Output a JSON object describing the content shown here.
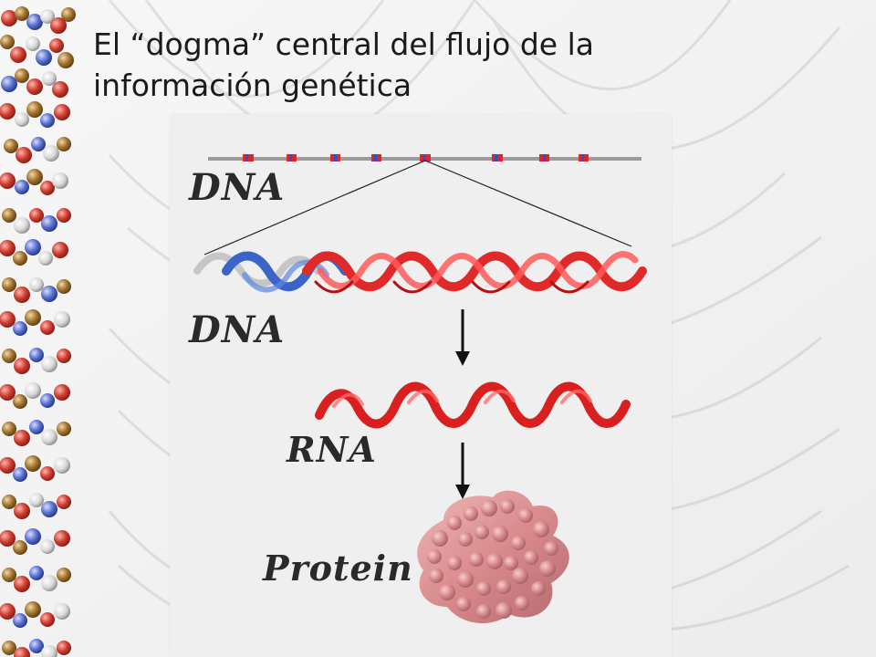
{
  "slide": {
    "title_line_1": "El “dogma” central del flujo de la",
    "title_line_2": "información genética"
  },
  "diagram": {
    "label_dna_top": "DNA",
    "label_dna_helix": "DNA",
    "label_rna": "RNA",
    "label_protein": "Protein"
  },
  "colors": {
    "background": "#f1f1f1",
    "panel": "#efefef",
    "dna_bar": "#9a9a9a",
    "marker_red": "#e2232b",
    "marker_blue": "#2b4fd0",
    "dna_helix_red": "#e02a2a",
    "dna_helix_blue": "#3b64c9",
    "dna_helix_gray": "#c6c6c6",
    "rna": "#da1f1f",
    "protein": "#d98a8d",
    "text": "#1a1a1a"
  }
}
